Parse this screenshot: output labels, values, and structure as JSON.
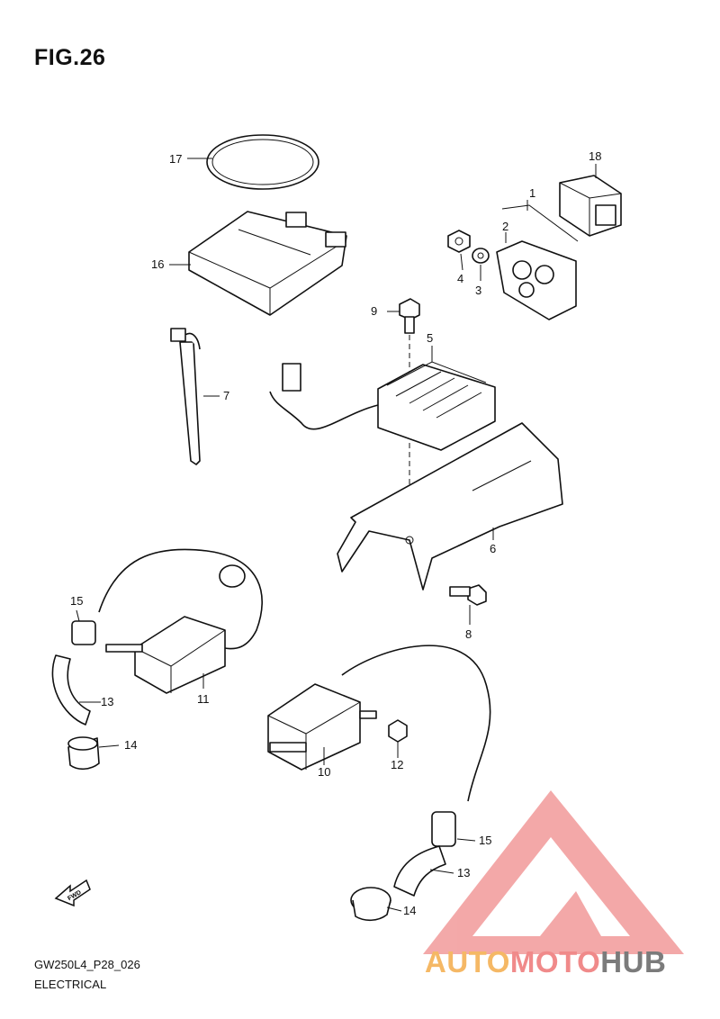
{
  "figure": {
    "title": "FIG.26"
  },
  "callouts": [
    {
      "id": "c1",
      "label": "1"
    },
    {
      "id": "c2",
      "label": "2"
    },
    {
      "id": "c3",
      "label": "3"
    },
    {
      "id": "c4",
      "label": "4"
    },
    {
      "id": "c5",
      "label": "5"
    },
    {
      "id": "c6",
      "label": "6"
    },
    {
      "id": "c7",
      "label": "7"
    },
    {
      "id": "c8",
      "label": "8"
    },
    {
      "id": "c9",
      "label": "9"
    },
    {
      "id": "c10",
      "label": "10"
    },
    {
      "id": "c11",
      "label": "11"
    },
    {
      "id": "c12",
      "label": "12"
    },
    {
      "id": "c13a",
      "label": "13"
    },
    {
      "id": "c13b",
      "label": "13"
    },
    {
      "id": "c14a",
      "label": "14"
    },
    {
      "id": "c14b",
      "label": "14"
    },
    {
      "id": "c15a",
      "label": "15"
    },
    {
      "id": "c15b",
      "label": "15"
    },
    {
      "id": "c16",
      "label": "16"
    },
    {
      "id": "c17",
      "label": "17"
    },
    {
      "id": "c18",
      "label": "18"
    }
  ],
  "fwd_arrow": {
    "label": "FWD"
  },
  "footer": {
    "code": "GW250L4_P28_026",
    "section": "ELECTRICAL"
  },
  "watermark": {
    "part_a": "AUTO",
    "part_b": "MOTO",
    "part_c": "HUB",
    "colors": {
      "auto": "#f5b865",
      "moto": "#f08a8a",
      "hub": "#7b7b7b",
      "triangle": "#f19a9a"
    }
  }
}
